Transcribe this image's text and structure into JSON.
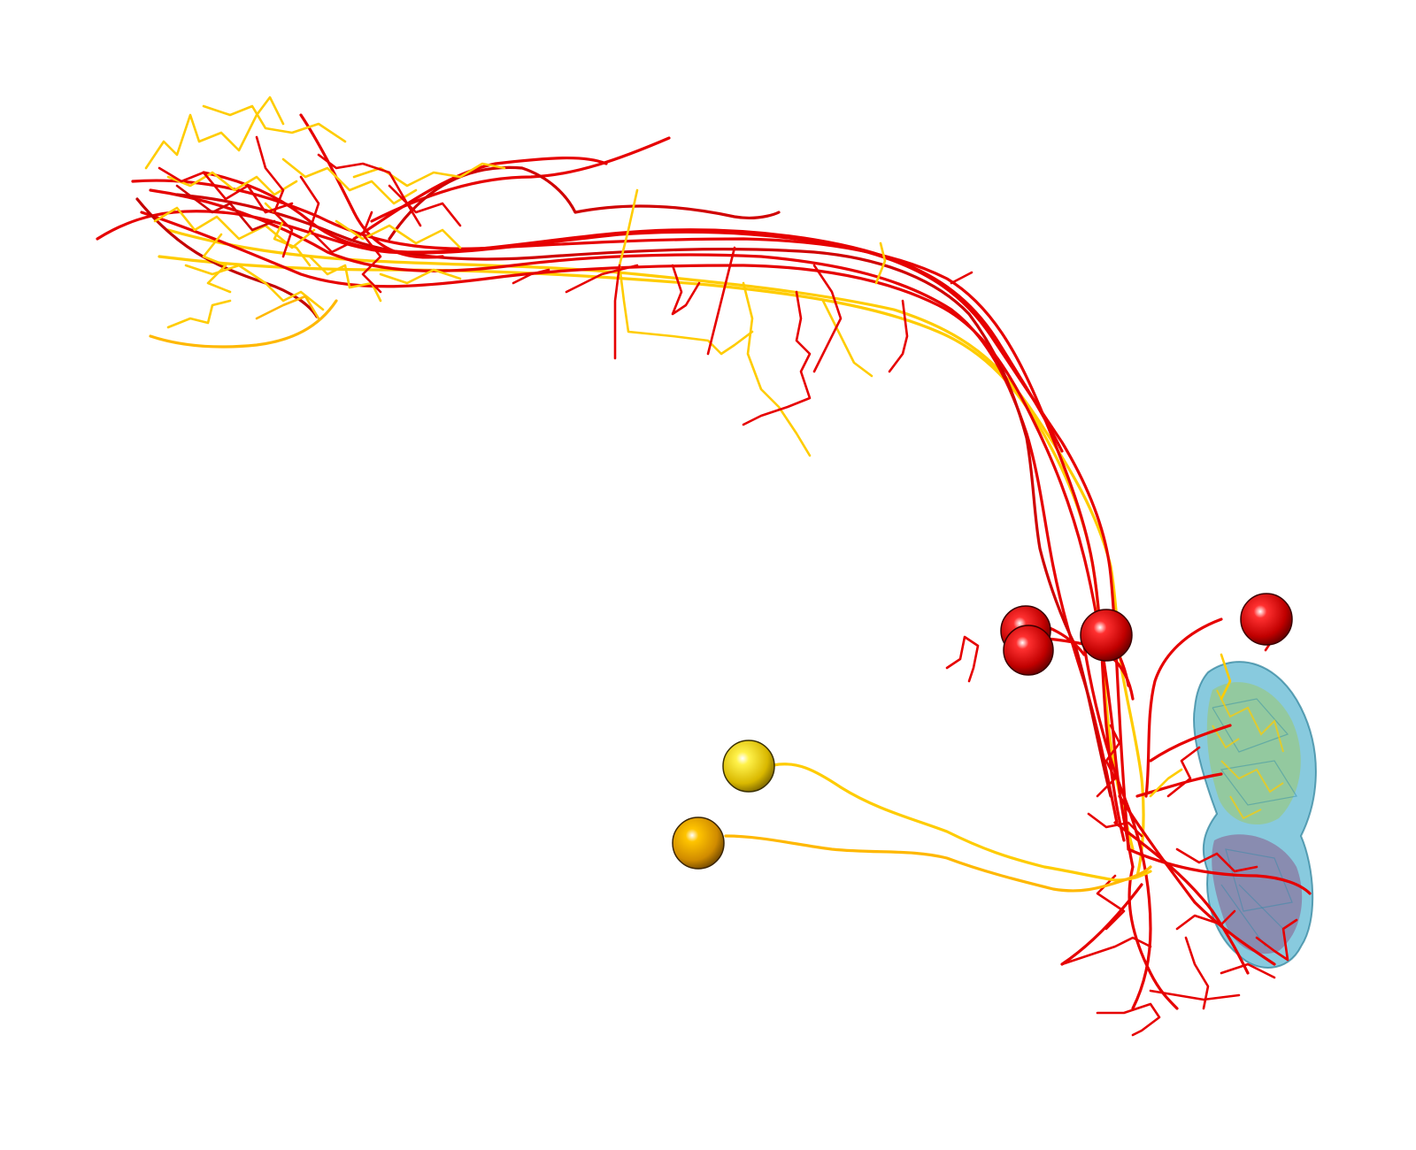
{
  "colors": {
    "background": "#ffffff",
    "red_neuron": "#e60000",
    "dark_red_neuron": "#c40000",
    "yellow_neuron": "#ffcc00",
    "orange_neuron": "#f5a800",
    "neuropil_blue": "#3fa9c9",
    "neuropil_green": "#9cc96b",
    "neuropil_purple": "#8a5a8a"
  },
  "objects": {
    "somas": [
      "red-soma",
      "red-soma",
      "red-soma",
      "red-soma",
      "yellow-soma",
      "orange-soma"
    ],
    "neuropil": "neuropil-mesh"
  }
}
